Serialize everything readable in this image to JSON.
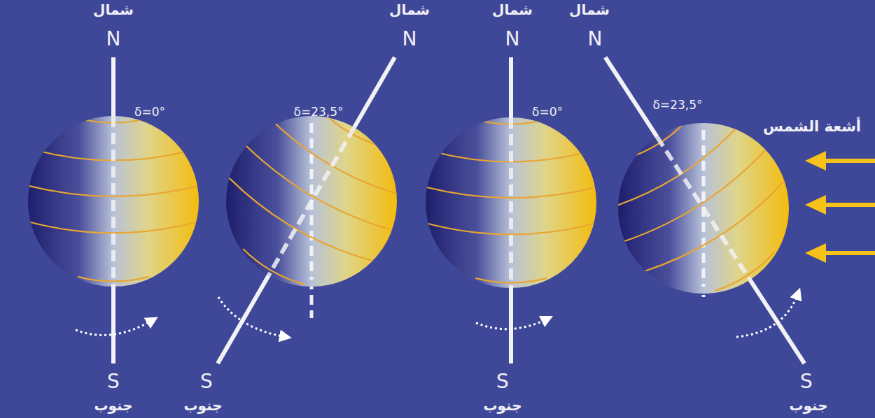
{
  "diagram": {
    "labels": [
      "شمال",
      "N",
      "δ=0°",
      "S",
      "جنوب",
      "شمال",
      "N",
      "δ=23,5°",
      "S",
      "جنوب",
      "شمال",
      "N",
      "δ=0°",
      "S",
      "جنوب",
      "شمال",
      "N",
      "δ=23,5°",
      "S",
      "جنوب",
      "أشعة الشمس"
    ]
  }
}
